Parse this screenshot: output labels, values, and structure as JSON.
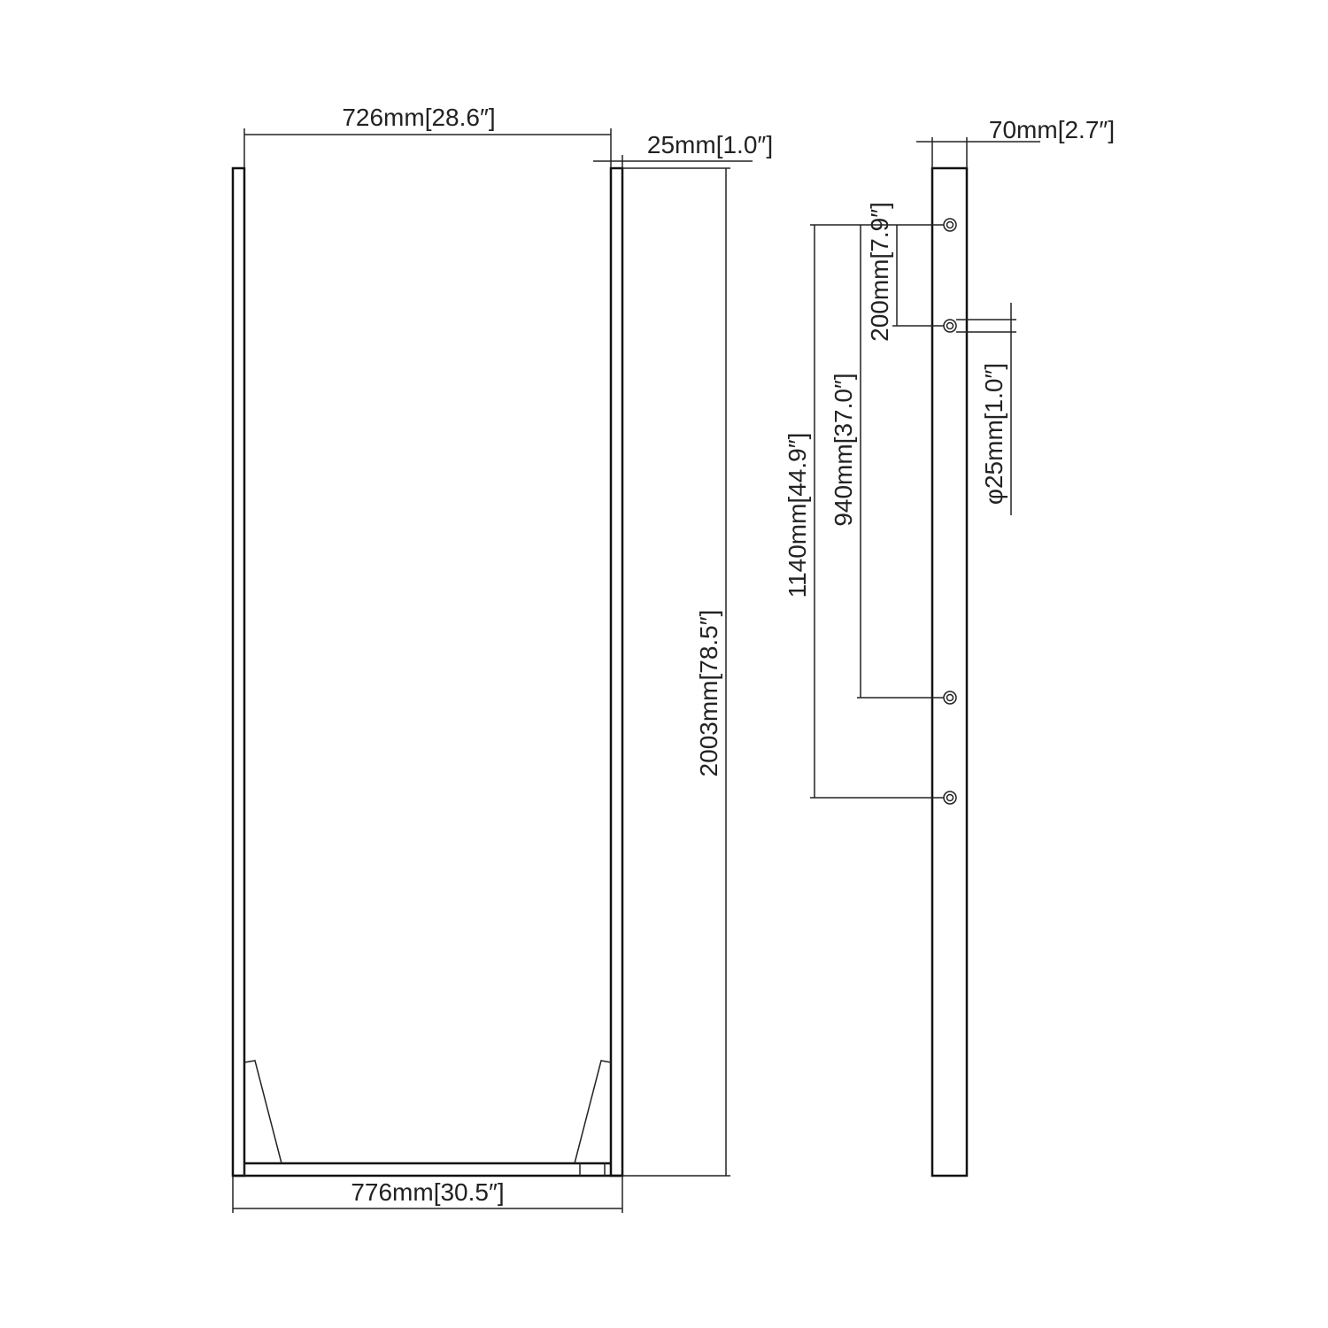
{
  "dimensions": {
    "inner_width": "726mm[28.6″]",
    "frame_thickness": "25mm[1.0″]",
    "outer_width": "776mm[30.5″]",
    "overall_height": "2003mm[78.5″]",
    "side_depth": "70mm[2.7″]",
    "hole_spacing": "200mm[7.9″]",
    "hole_to_third": "940mm[37.0″]",
    "hole_to_fourth": "1140mm[44.9″]",
    "hole_diameter": "φ25mm[1.0″]"
  },
  "mounting_holes_count": 4
}
